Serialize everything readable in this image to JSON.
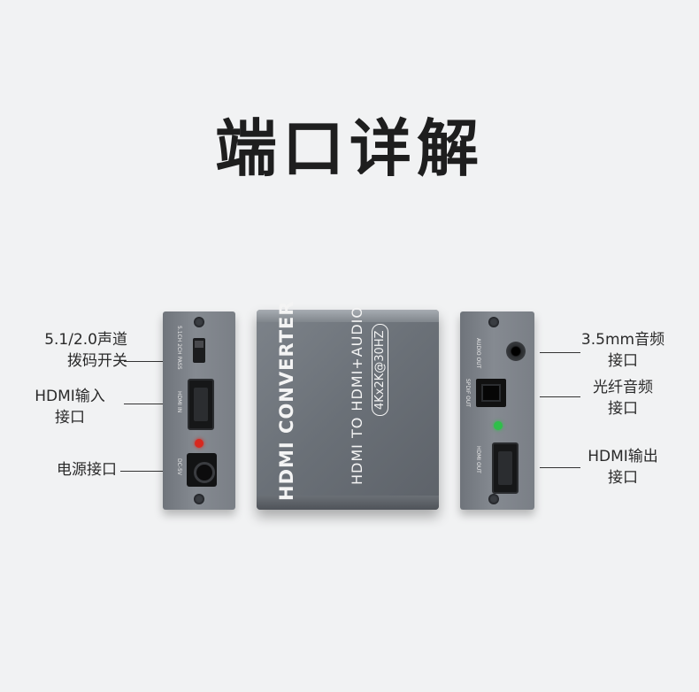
{
  "title": "端口详解",
  "left_labels": {
    "switch_line1": "5.1/2.0声道",
    "switch_line2": "拨码开关",
    "hdmi_in_line1": "HDMI输入",
    "hdmi_in_line2": "接口",
    "power": "电源接口"
  },
  "right_labels": {
    "audio_line1": "3.5mm音频",
    "audio_line2": "接口",
    "optical_line1": "光纤音频",
    "optical_line2": "接口",
    "hdmi_out_line1": "HDMI输出",
    "hdmi_out_line2": "接口"
  },
  "left_panel": {
    "switch_text": "5.1CH 2CH PASS",
    "hdmi_in_text": "HDMI IN",
    "dc_text": "DC-5V",
    "led_color": "#d8281f"
  },
  "right_panel": {
    "audio_text": "AUDIO OUT",
    "spdif_text": "SPDIF OUT",
    "hdmi_out_text": "HDMI OUT",
    "led_color": "#2fbf4a"
  },
  "device": {
    "brand_text": "HDMI CONVERTER",
    "model_text": "HDMI TO HDMI+AUDIO",
    "spec_badge": "4Kx2K@30HZ"
  }
}
